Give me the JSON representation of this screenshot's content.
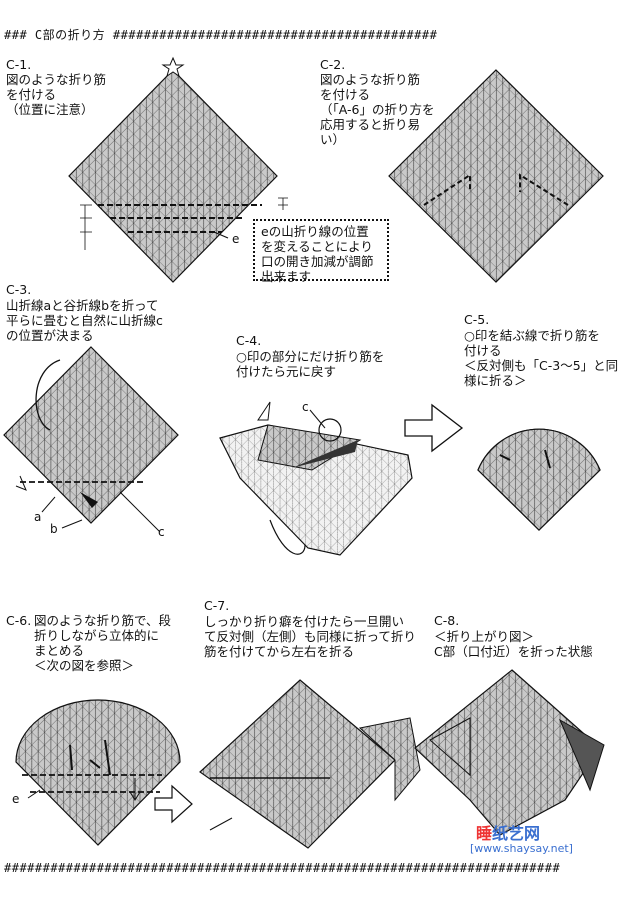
{
  "header": {
    "prefix": "###",
    "title": "C部の折り方",
    "hashes": "##########################################"
  },
  "footer": {
    "hashes": "########################################################################"
  },
  "steps": [
    {
      "id": "C-1.",
      "text": "図のような折り筋\nを付ける\n（位置に注意）"
    },
    {
      "id": "C-2.",
      "text": "図のような折り筋\nを付ける\n（「A-6」の折り方を\n応用すると折り易\nい）"
    },
    {
      "id": "C-3.",
      "text": "山折線aと谷折線bを折って\n平らに畳むと自然に山折線c\nの位置が決まる"
    },
    {
      "id": "C-4.",
      "text": "○印の部分にだけ折り筋を\n付けたら元に戻す"
    },
    {
      "id": "C-5.",
      "text": "○印を結ぶ線で折り筋を\n付ける\n＜反対側も「C-3～5」と同\n様に折る＞"
    },
    {
      "id": "C-6.",
      "text": "図のような折り筋で、段\n折りしながら立体的に\nまとめる\n＜次の図を参照＞"
    },
    {
      "id": "C-7.",
      "text": "しっかり折り癖を付けたら一旦開い\nて反対側（左側）も同様に折って折り\n筋を付けてから左右を折る"
    },
    {
      "id": "C-8.",
      "text": "＜折り上がり図＞\nC部（口付近）を折った状態"
    }
  ],
  "note": "eの山折り線の位置\nを変えることにより\n口の開き加減が調節\n出来ます",
  "labels": {
    "e1": "e",
    "a": "a",
    "b": "b",
    "c": "c",
    "c4": "c",
    "e6": "e"
  },
  "watermark": {
    "part1": "睡",
    "part2": "纸艺网",
    "url": "[www.shaysay.net]"
  }
}
